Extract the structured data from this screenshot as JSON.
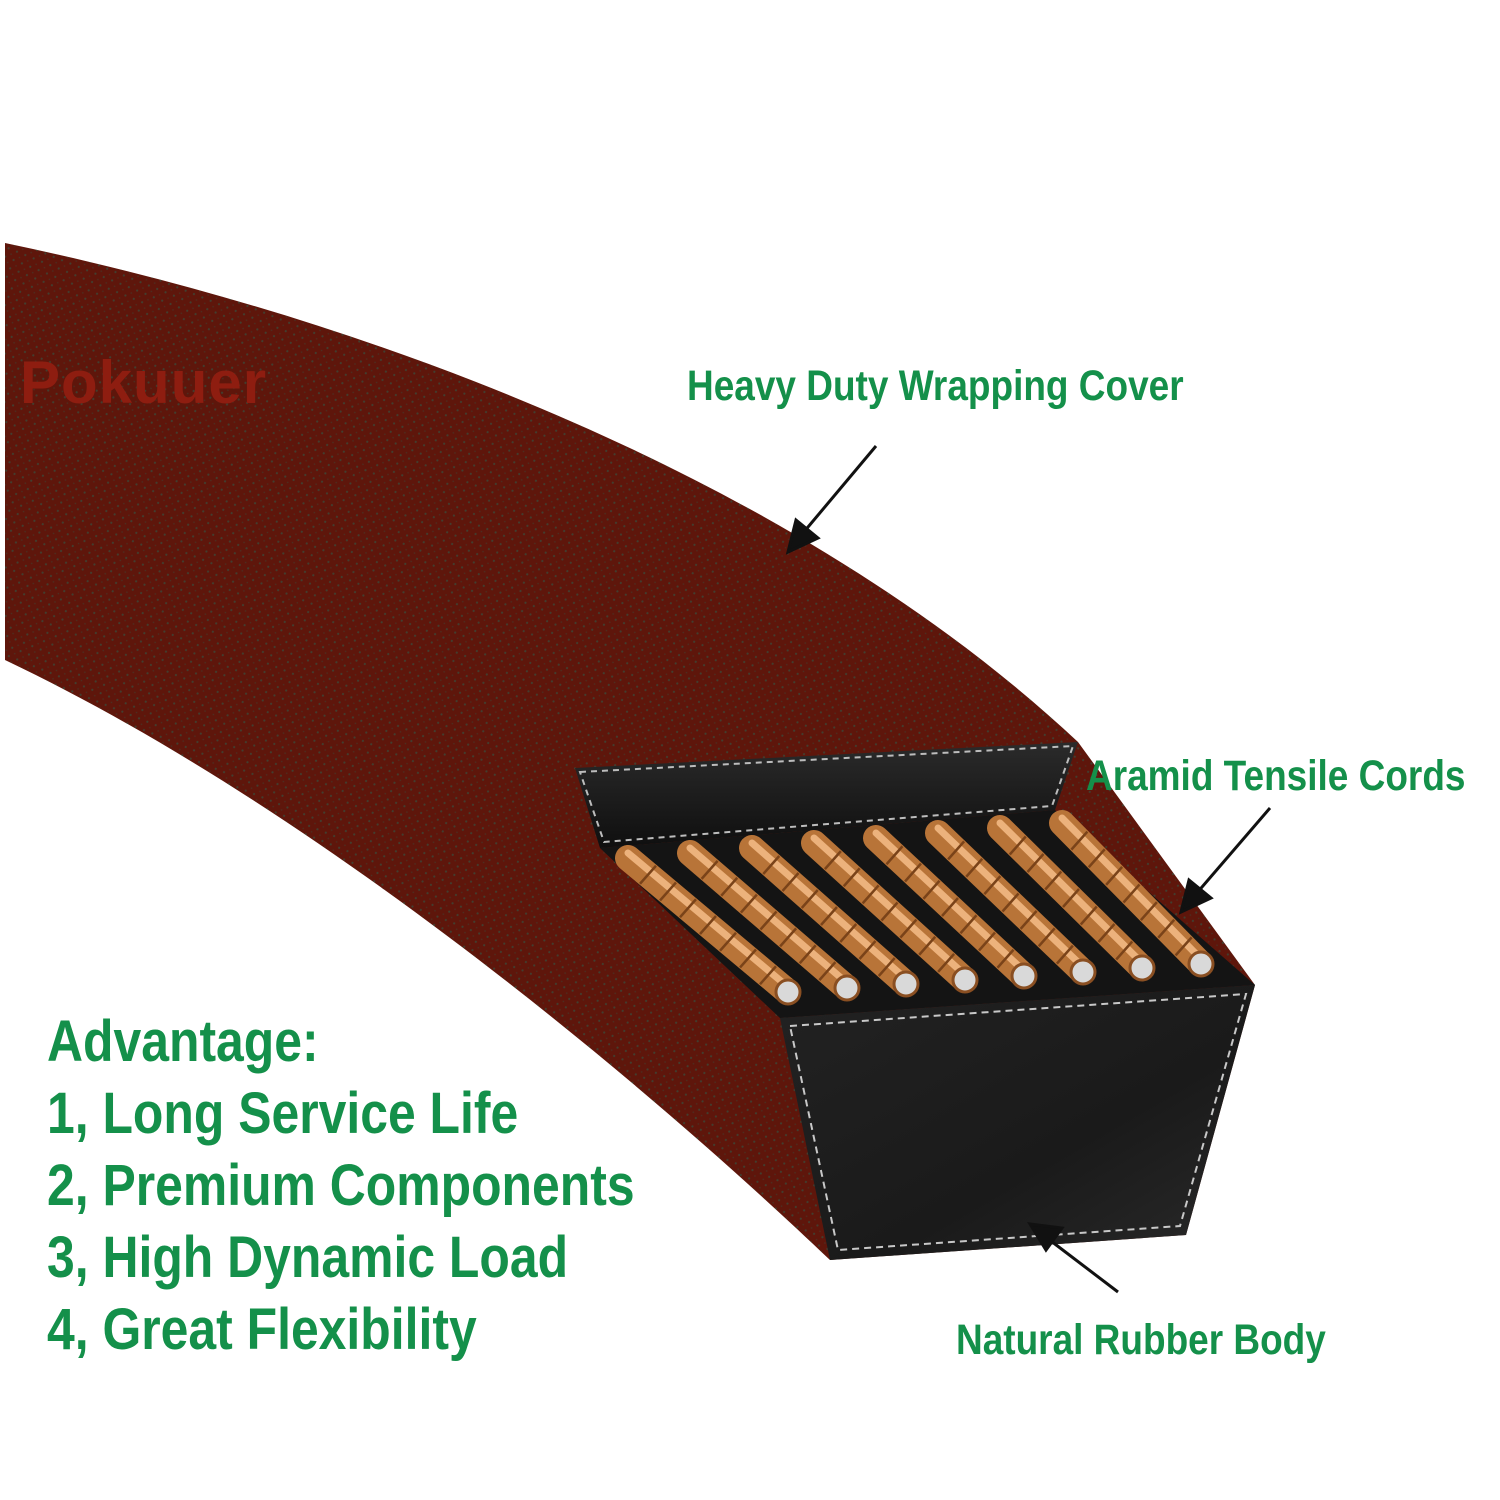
{
  "brand": {
    "watermark": "Pokuuer"
  },
  "callouts": {
    "cover": "Heavy Duty Wrapping Cover",
    "cords": "Aramid Tensile Cords",
    "rubber": "Natural Rubber Body"
  },
  "advantages": {
    "title": "Advantage:",
    "items": [
      "1, Long Service Life",
      "2, Premium Components",
      "3, High Dynamic Load",
      "4, Great Flexibility"
    ]
  },
  "colors": {
    "label_green": "#14904a",
    "belt_red": "#5e160b",
    "rubber_black": "#1d1d1d",
    "cord_copper": "#c98a4e"
  }
}
